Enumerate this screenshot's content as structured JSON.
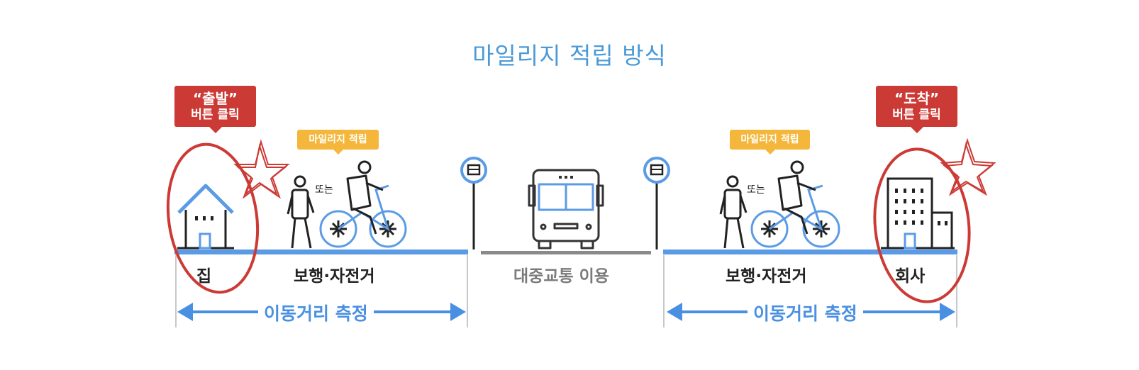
{
  "title": "마일리지 적립 방식",
  "callouts": {
    "start": {
      "line1": "“출발”",
      "line2": "버튼 클릭"
    },
    "end": {
      "line1": "“도착”",
      "line2": "버튼 클릭"
    }
  },
  "tags": {
    "left": "마일리지 적립",
    "right": "마일리지 적립"
  },
  "or_text": {
    "left": "또는",
    "right": "또는"
  },
  "labels": {
    "home": "집",
    "walk_bike_left": "보행·자전거",
    "transit": "대중교통 이용",
    "walk_bike_right": "보행·자전거",
    "company": "회사"
  },
  "measure": {
    "left": "이동거리 측정",
    "right": "이동거리 측정"
  },
  "icons": [
    "house-icon",
    "pedestrian-icon",
    "bicycle-rider-icon",
    "bus-stop-sign-icon",
    "bus-icon",
    "office-building-icon",
    "star-doodle-icon"
  ],
  "colors": {
    "title": "#4a9ad8",
    "accent_blue": "#4a90e2",
    "red": "#cc3a35",
    "yellow": "#f4b73c",
    "road_gray": "#8a8a8a",
    "line_dark": "#333333"
  }
}
